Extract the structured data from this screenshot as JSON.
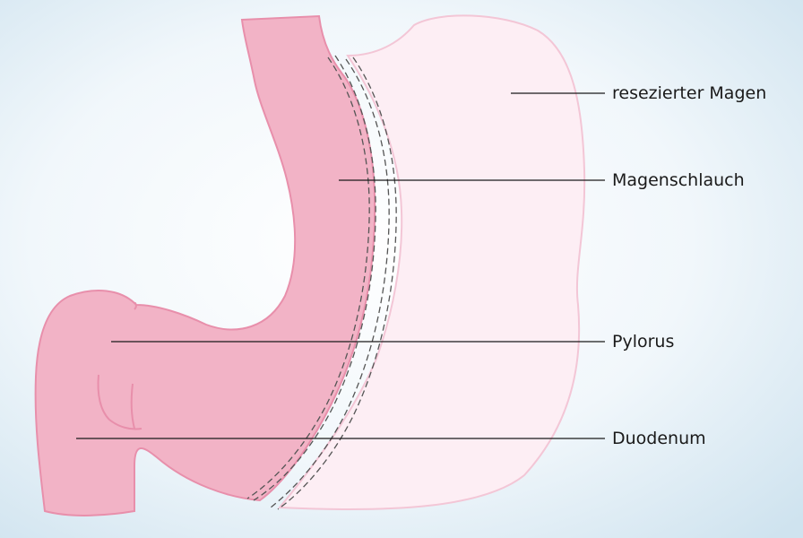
{
  "labels": {
    "resected_stomach": "resezierter Magen",
    "gastric_sleeve": "Magenschlauch",
    "pylorus": "Pylorus",
    "duodenum": "Duodenum"
  },
  "colors": {
    "background_center": "#ffffff",
    "background_edge": "#cfe3ef",
    "sleeve_fill": "#f2b3c6",
    "sleeve_outline": "#e88fab",
    "resected_fill": "#fdeef4",
    "resected_outline": "#f3c6d6",
    "staple_line": "#555555",
    "leader_line": "#1a1a1a"
  }
}
